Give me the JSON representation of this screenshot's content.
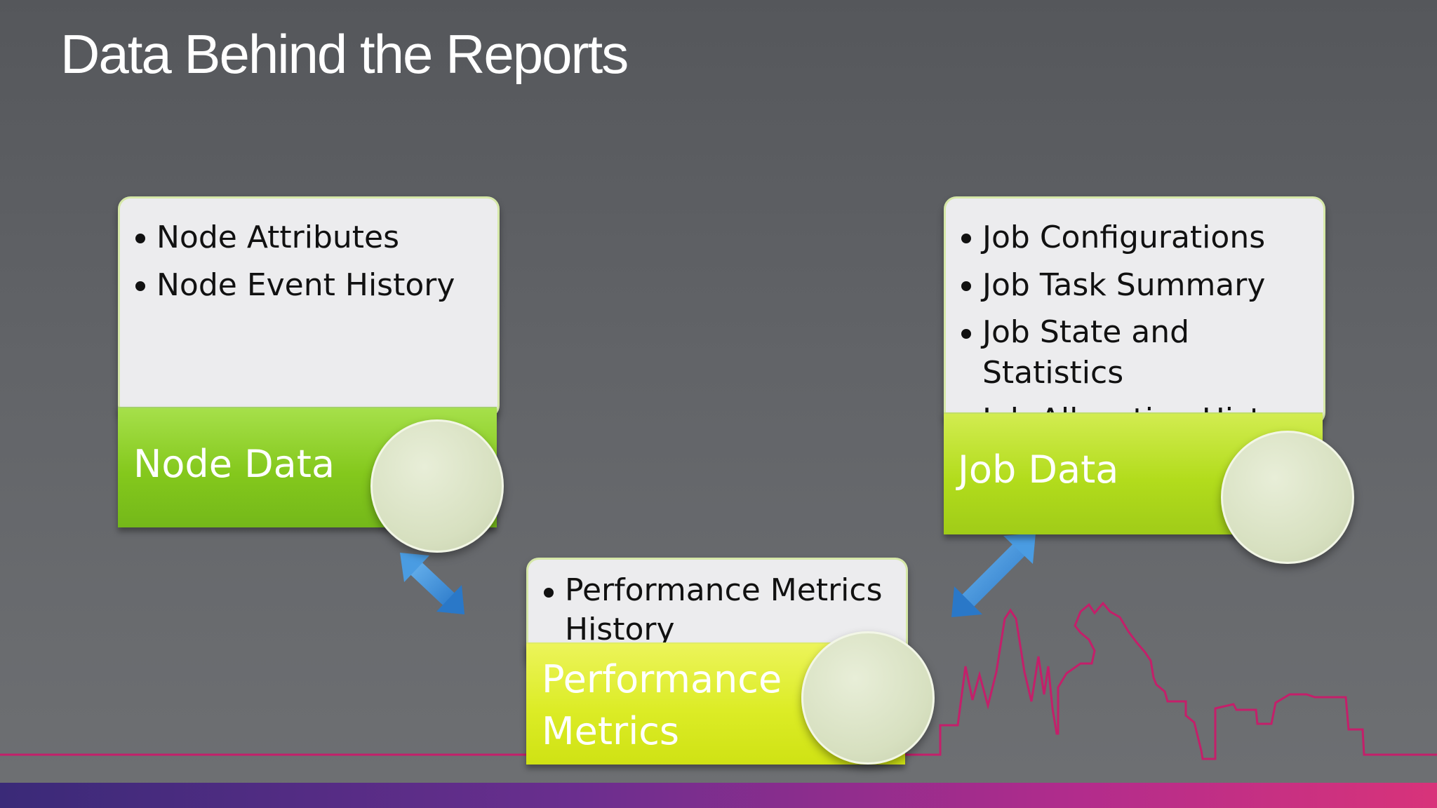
{
  "slide": {
    "title": "Data Behind the Reports"
  },
  "colors": {
    "node_band": "#84c81c",
    "job_band": "#b2dc1c",
    "performance_band": "#dcec26",
    "arrow": "#3a8ed8",
    "skyline": "#c41f6a"
  },
  "node_data": {
    "label": "Node Data",
    "items": [
      "Node Attributes",
      "Node Event History"
    ]
  },
  "job_data": {
    "label": "Job Data",
    "items": [
      "Job Configurations",
      "Job Task Summary",
      "Job State and Statistics",
      "Job Allocation History"
    ]
  },
  "performance_data": {
    "label": "Performance\nMetrics",
    "items": [
      "Performance Metrics History"
    ]
  }
}
